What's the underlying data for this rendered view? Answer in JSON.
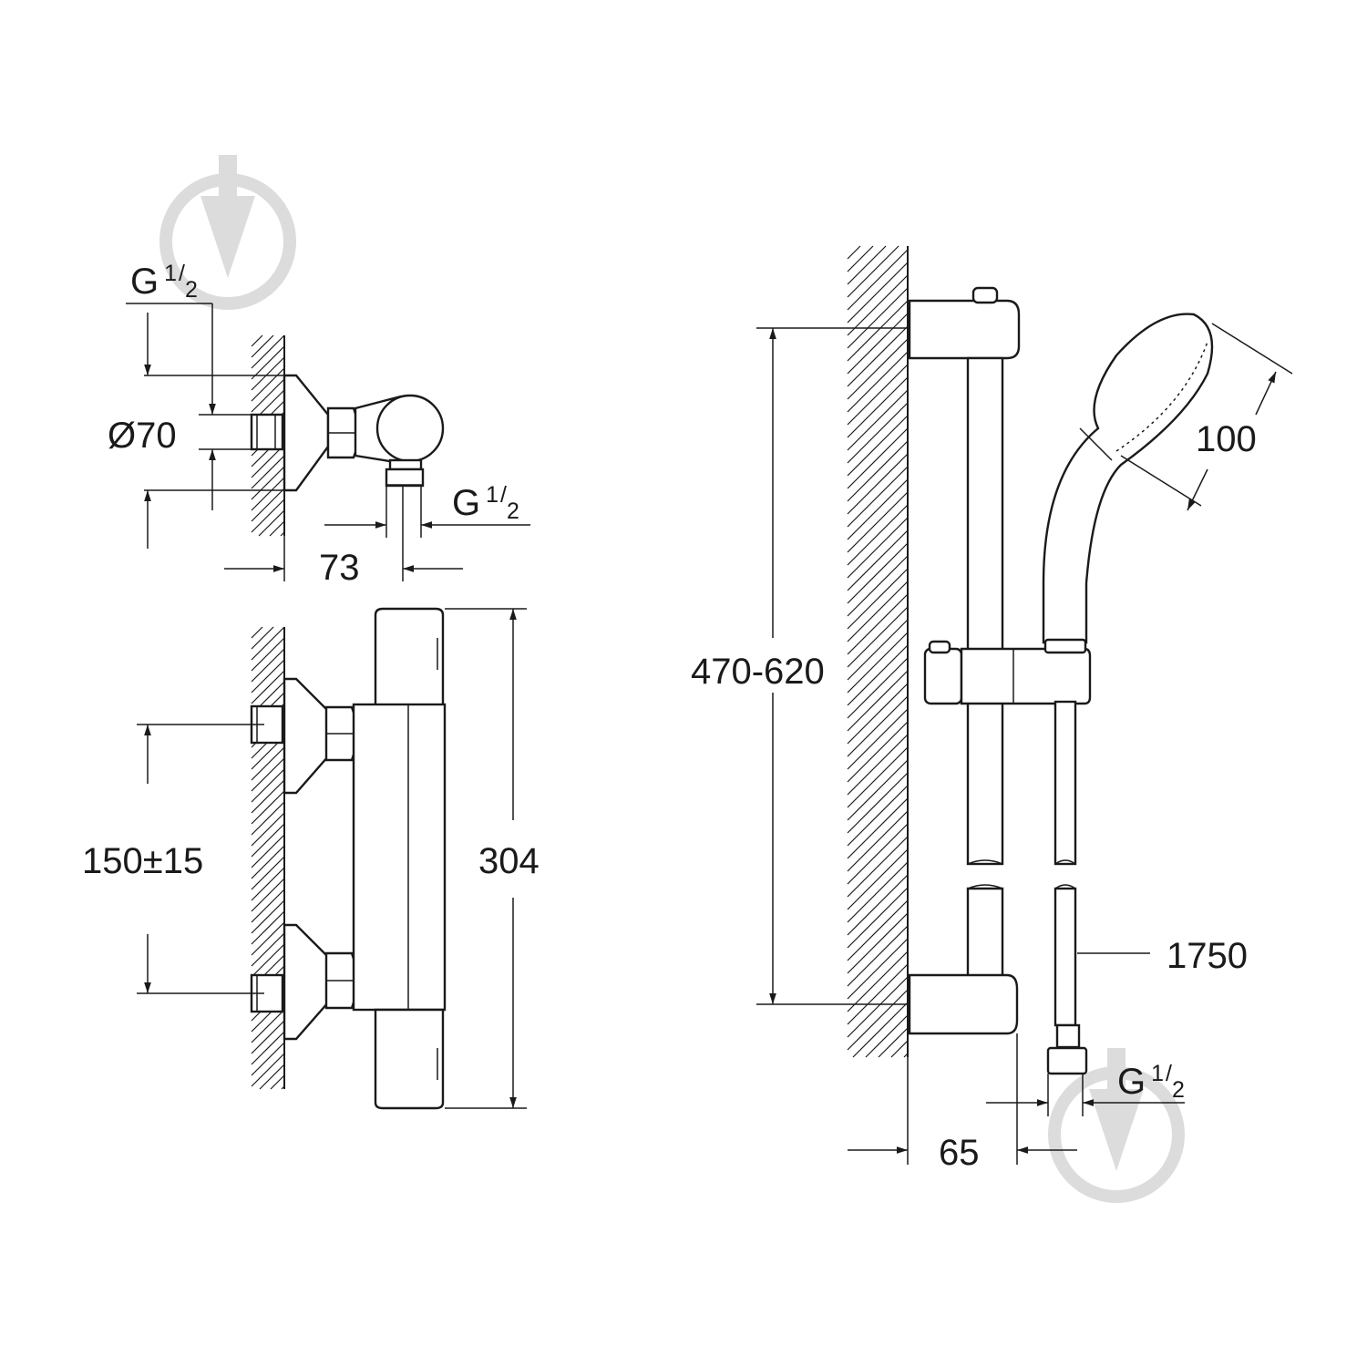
{
  "diagram": {
    "dimensions": {
      "thread_top": {
        "text": "G",
        "numerator": "1",
        "denominator": "2"
      },
      "diameter": "Ø70",
      "thread_outlet": {
        "text": "G",
        "numerator": "1",
        "denominator": "2"
      },
      "depth_73": "73",
      "spacing": "150±15",
      "height_304": "304",
      "rail_range": "470-620",
      "head_diameter": "100",
      "hose_length": "1750",
      "thread_hose": {
        "text": "G",
        "numerator": "1",
        "denominator": "2"
      },
      "rail_offset": "65"
    }
  }
}
